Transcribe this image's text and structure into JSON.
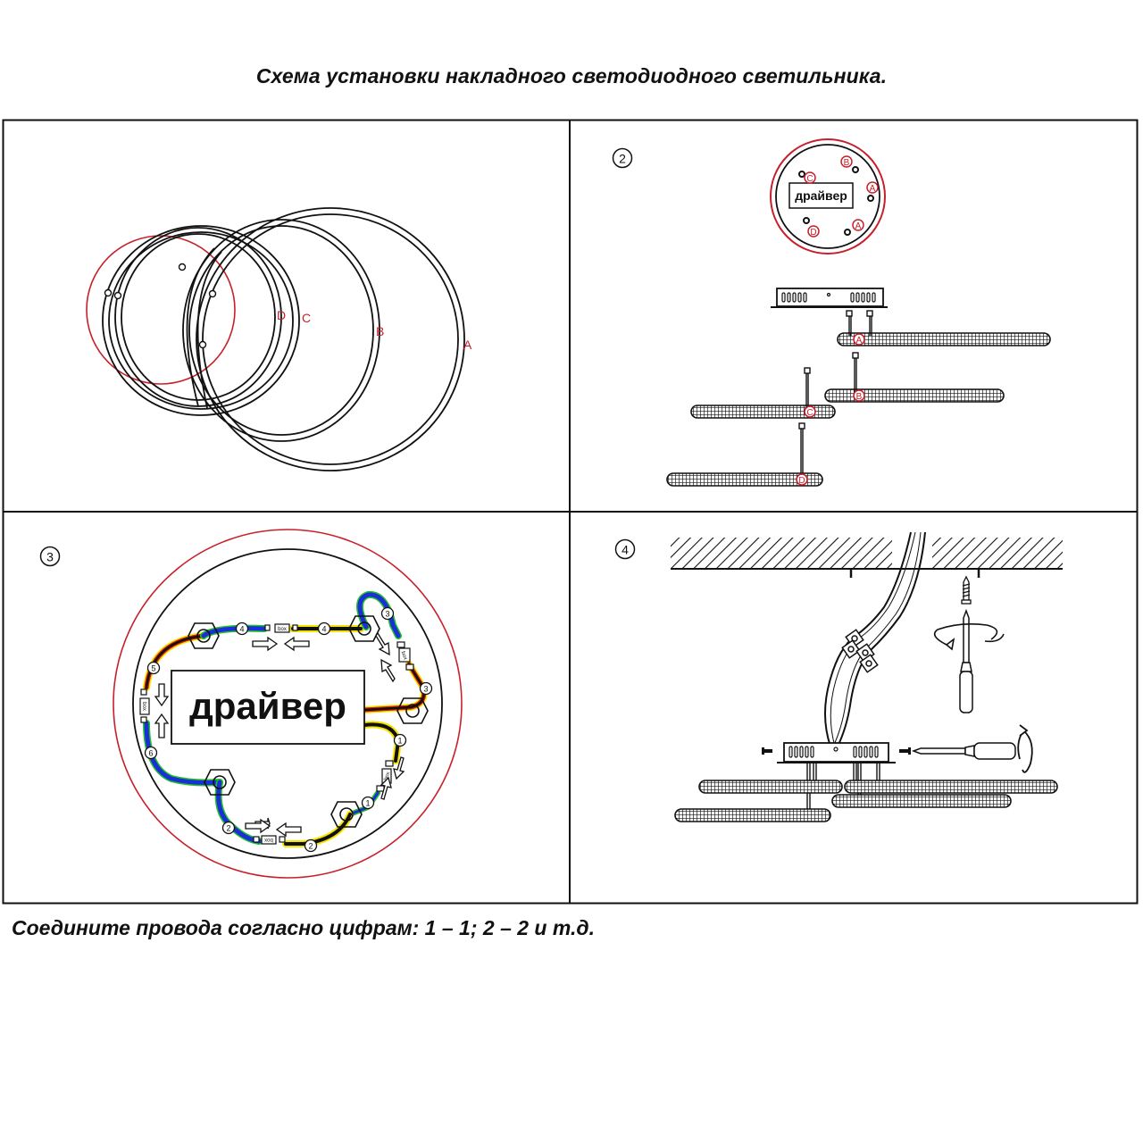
{
  "title": "Схема установки накладного светодиодного светильника.",
  "caption": "Соедините провода согласно цифрам: 1 – 1; 2 – 2 и т.д.",
  "colors": {
    "frame": "#111111",
    "accent_red": "#c8202a",
    "wire_yellow": "#f5e400",
    "wire_green": "#22c02a",
    "wire_blue": "#1a2fd6",
    "wire_red": "#d01818",
    "wire_black": "#111111"
  },
  "panels": [
    {
      "id": "panel-1",
      "step": "",
      "description": "Four overlapping ring lamps labeled A, B, C, D with mounting plate outline",
      "ring_labels": [
        "D",
        "C",
        "B",
        "A"
      ]
    },
    {
      "id": "panel-2",
      "step": "②",
      "driver_label": "драйвер",
      "mount_labels": [
        "B",
        "C",
        "A",
        "A",
        "D"
      ],
      "bar_labels": [
        "A",
        "B",
        "C",
        "D"
      ]
    },
    {
      "id": "panel-3",
      "step": "③",
      "driver_label": "драйвер",
      "wire_numbers": [
        "4",
        "4",
        "3",
        "3",
        "5",
        "6",
        "1",
        "1",
        "2",
        "2"
      ],
      "connector_label": "box"
    },
    {
      "id": "panel-4",
      "step": "④",
      "description": "Mount base to ceiling with screws, attach fixture with screwdriver"
    }
  ]
}
